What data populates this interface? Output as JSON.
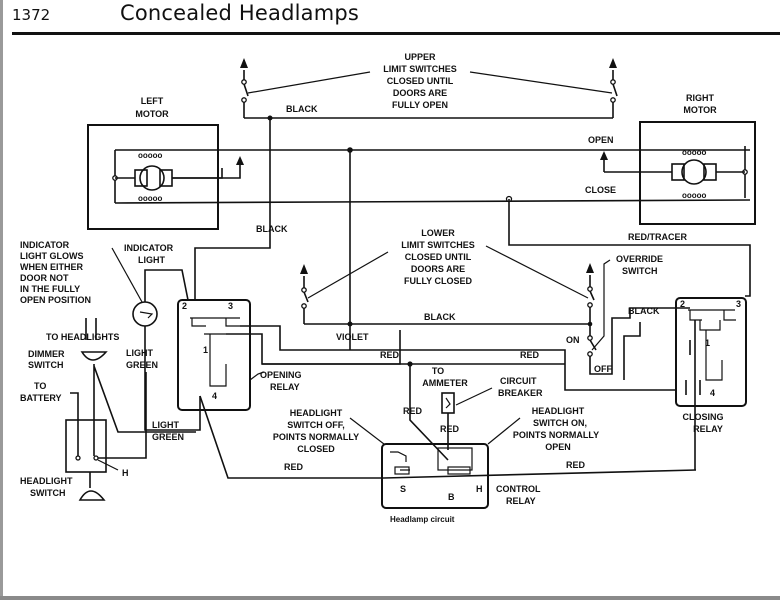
{
  "header": {
    "page_number": "1372",
    "title": "Concealed Headlamps"
  },
  "diagram": {
    "caption": "Headlamp circuit",
    "labels": {
      "upper_limit": [
        "UPPER",
        "LIMIT SWITCHES",
        "CLOSED UNTIL",
        "DOORS ARE",
        "FULLY OPEN"
      ],
      "lower_limit": [
        "LOWER",
        "LIMIT SWITCHES",
        "CLOSED UNTIL",
        "DOORS ARE",
        "FULLY CLOSED"
      ],
      "left_motor": [
        "LEFT",
        "MOTOR"
      ],
      "right_motor": [
        "RIGHT",
        "MOTOR"
      ],
      "open": "OPEN",
      "close": "CLOSE",
      "black_top": "BLACK",
      "black_mid": "BLACK",
      "black_lower": "BLACK",
      "black_right": "BLACK",
      "red_tracer": "RED/TRACER",
      "override_switch": [
        "OVERRIDE",
        "SWITCH"
      ],
      "on": "ON",
      "off": "OFF",
      "violet": "VIOLET",
      "red_1": "RED",
      "red_2": "RED",
      "red_3": "RED",
      "red_4": "RED",
      "red_5": "RED",
      "red_6": "RED",
      "indicator_note": [
        "INDICATOR",
        "LIGHT GLOWS",
        "WHEN EITHER",
        "DOOR NOT",
        "IN THE FULLY",
        "OPEN POSITION"
      ],
      "indicator_light": [
        "INDICATOR",
        "LIGHT"
      ],
      "to_headlights": "TO HEADLIGHTS",
      "dimmer_switch": [
        "DIMMER",
        "SWITCH"
      ],
      "light_green_1": [
        "LIGHT",
        "GREEN"
      ],
      "light_green_2": [
        "LIGHT",
        "GREEN"
      ],
      "to_battery": [
        "TO",
        "BATTERY"
      ],
      "h_terminal": "H",
      "headlight_switch": [
        "HEADLIGHT",
        "SWITCH"
      ],
      "opening_relay": [
        "OPENING",
        "RELAY"
      ],
      "closing_relay": [
        "CLOSING",
        "RELAY"
      ],
      "to_ammeter": [
        "TO",
        "AMMETER"
      ],
      "circuit_breaker": [
        "CIRCUIT",
        "BREAKER"
      ],
      "switch_off_note": [
        "HEADLIGHT",
        "SWITCH OFF,",
        "POINTS NORMALLY",
        "CLOSED"
      ],
      "switch_on_note": [
        "HEADLIGHT",
        "SWITCH ON,",
        "POINTS NORMALLY",
        "OPEN"
      ],
      "control_relay": [
        "CONTROL",
        "RELAY"
      ],
      "terminal_s": "S",
      "terminal_b": "B",
      "terminal_h": "H",
      "relay_term_1": "1",
      "relay_term_2": "2",
      "relay_term_3": "3",
      "relay_term_4": "4"
    }
  }
}
